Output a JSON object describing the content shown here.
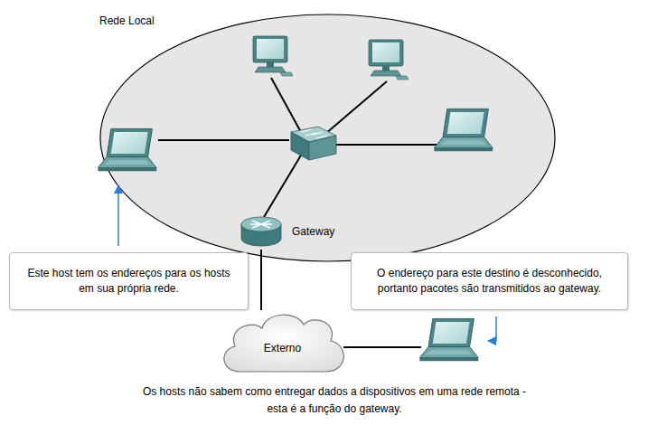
{
  "diagram": {
    "caption": "Os hosts não sabem como entregar dados a dispositivos em uma rede remota - esta é a função do gateway.",
    "nodes": [
      {
        "text": [
          "Rede Local"
        ]
      },
      {
        "text": [
          "Gateway"
        ],
        "in": 0
      },
      {
        "text": [
          "Externo"
        ]
      },
      {
        "text": [
          "Este host tem os endereços para os hosts em sua própria rede."
        ]
      },
      {
        "text": [
          "O endereço para este destino é desconhecido, portanto pacotes são transmitidos ao gateway."
        ]
      }
    ],
    "edges": [
      {
        "from": 1,
        "to": 2,
        "arrow": "none"
      }
    ]
  }
}
